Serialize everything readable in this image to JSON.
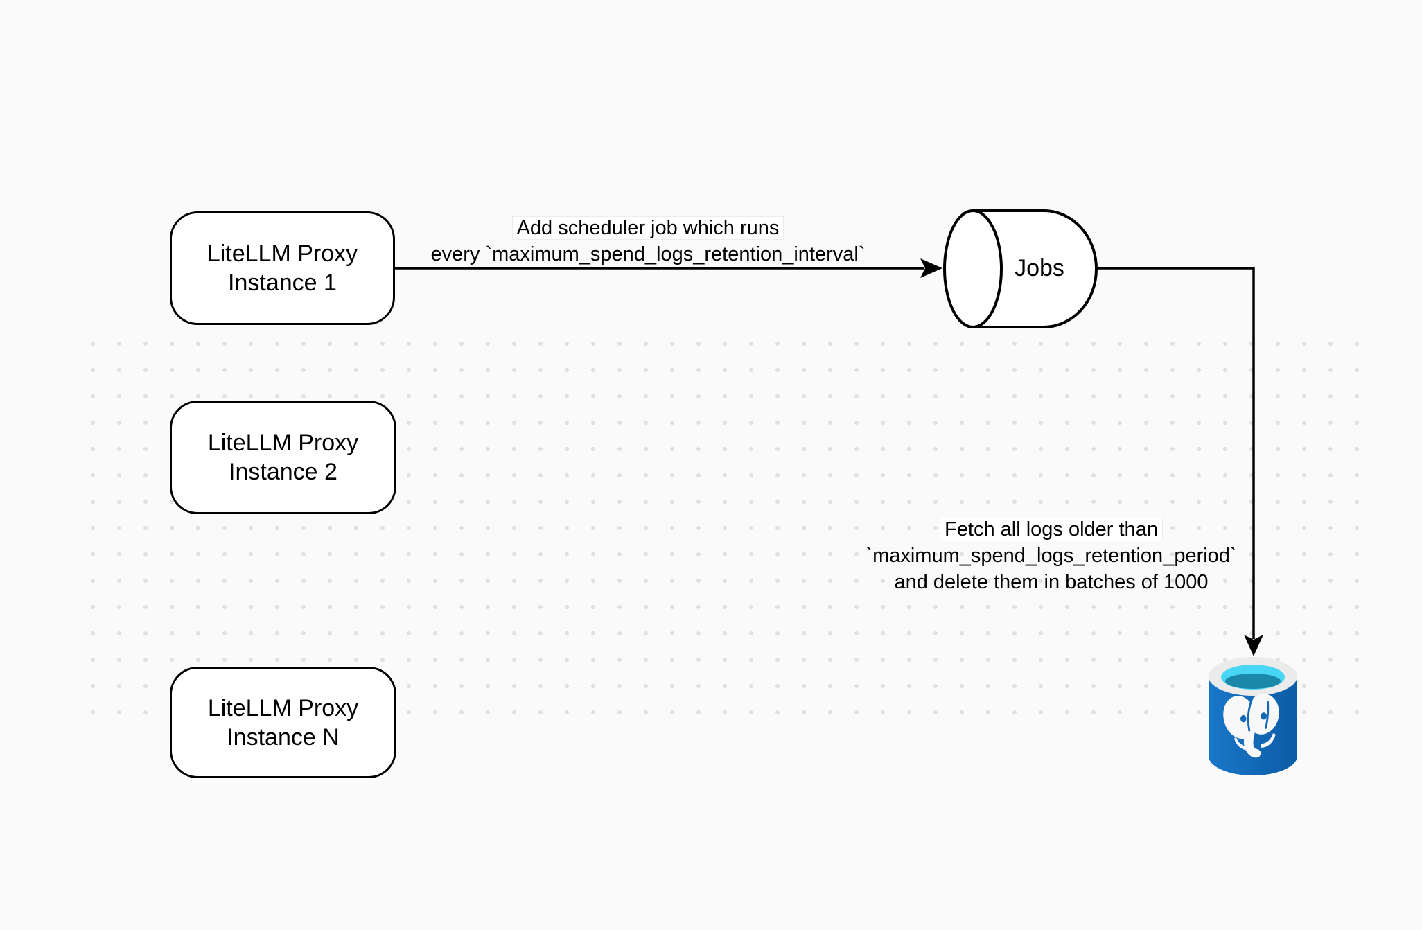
{
  "canvas": {
    "background": "#fafafa",
    "dot_color": "#e0e0e0",
    "stroke_color": "#000000",
    "label_background": "#ffffff"
  },
  "nodes": {
    "instances": [
      {
        "line1": "LiteLLM Proxy",
        "line2": "Instance 1"
      },
      {
        "line1": "LiteLLM Proxy",
        "line2": "Instance 2"
      },
      {
        "line1": "LiteLLM Proxy",
        "line2": "Instance N"
      }
    ],
    "jobs": {
      "label": "Jobs"
    },
    "database": {
      "icon": "postgresql-icon",
      "colors": {
        "body": "#1268b5",
        "rim": "#ebebeb",
        "water_top": "#49d6f5",
        "water_deep": "#1b88a9",
        "elephant": "#f8f8f8"
      }
    }
  },
  "edges": {
    "scheduler": {
      "line1": "Add scheduler job which runs",
      "line2": "every `maximum_spend_logs_retention_interval`"
    },
    "cleanup": {
      "line1": "Fetch all logs older than",
      "line2": "`maximum_spend_logs_retention_period`",
      "line3": "and delete them in batches of 1000"
    }
  }
}
